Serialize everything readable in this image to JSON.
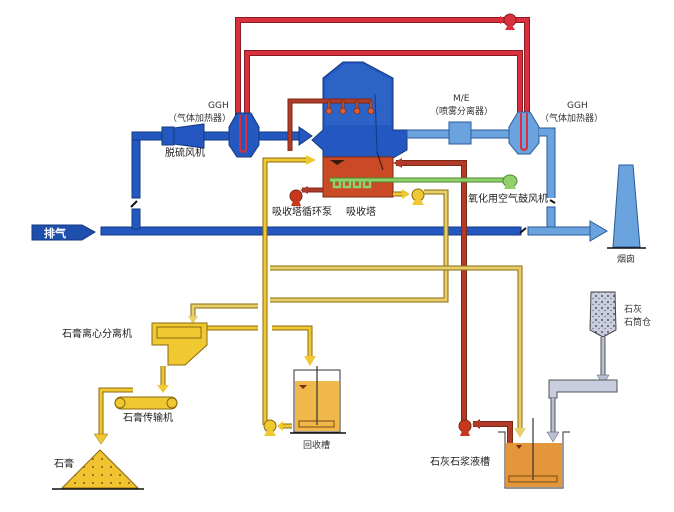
{
  "title": "石灰石-石膏湿法烟气脱硫工艺流程",
  "colors": {
    "flue_gas_dark": "#1f4fae",
    "flue_gas_light": "#6aa3de",
    "heat_medium": "#d9303e",
    "circulation": "#b23a2a",
    "slurry": "#f0c832",
    "gypsum_pipe": "#e7d06a",
    "oxidation_air": "#8fd06a",
    "limestone": "#b8bfd6",
    "tank_fill": "#e4963a",
    "absorber_top": "#2458c0",
    "absorber_bottom": "#c94a24",
    "gypsum": "#f2c330"
  },
  "labels": {
    "exhaust": "排气",
    "ggh_left_code": "GGH",
    "ggh_left_name": "（气体加热器）",
    "desulfur_fan": "脱硫风机",
    "ggh_right_code": "GGH",
    "ggh_right_name": "（气体加热器）",
    "me_code": "M/E",
    "me_name": "（喷雾分离器）",
    "circulation_pump": "吸收塔循环泵",
    "absorber": "吸收塔",
    "oxidation_fan": "氧化用空气鼓风机",
    "chimney": "烟囱",
    "gypsum_centrifuge": "石膏离心分离机",
    "gypsum_conveyor": "石膏传输机",
    "gypsum": "石膏",
    "recovery_tank": "回收槽",
    "limestone_silo_line1": "石灰",
    "limestone_silo_line2": "石筒仓",
    "limestone_slurry_tank": "石灰石浆液槽"
  }
}
